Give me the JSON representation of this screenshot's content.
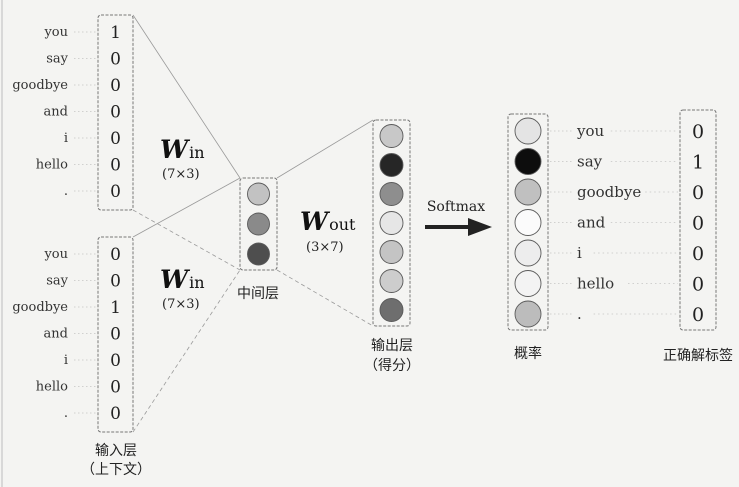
{
  "vocabulary": [
    "you",
    "say",
    "goodbye",
    "and",
    "i",
    "hello",
    "."
  ],
  "input_context_1": {
    "values": [
      "1",
      "0",
      "0",
      "0",
      "0",
      "0",
      "0"
    ]
  },
  "input_context_2": {
    "values": [
      "0",
      "0",
      "1",
      "0",
      "0",
      "0",
      "0"
    ]
  },
  "input_layer_label": {
    "line1": "输入层",
    "line2": "（上下文）"
  },
  "w_in": {
    "symbol": "W",
    "subscript": "in",
    "dims": "(7×3)"
  },
  "hidden_layer": {
    "label": "中间层",
    "node_shades": [
      "#c2c2c2",
      "#8a8a8a",
      "#4e4e4e"
    ]
  },
  "w_out": {
    "symbol": "W",
    "subscript": "out",
    "dims": "(3×7)"
  },
  "output_layer": {
    "label_line1": "输出层",
    "label_line2": "（得分）",
    "node_shades": [
      "#c8c8c8",
      "#262626",
      "#8e8e8e",
      "#e6e6e6",
      "#c4c4c4",
      "#cdcdcd",
      "#6e6e6e"
    ]
  },
  "softmax": {
    "label": "Softmax"
  },
  "probability": {
    "label": "概率",
    "node_shades": [
      "#e4e4e4",
      "#0d0d0d",
      "#c0c0c0",
      "#fbfbfb",
      "#ededed",
      "#f3f3f3",
      "#bcbcbc"
    ]
  },
  "correct_label": {
    "label": "正确解标签",
    "values": [
      "0",
      "1",
      "0",
      "0",
      "0",
      "0",
      "0"
    ]
  }
}
